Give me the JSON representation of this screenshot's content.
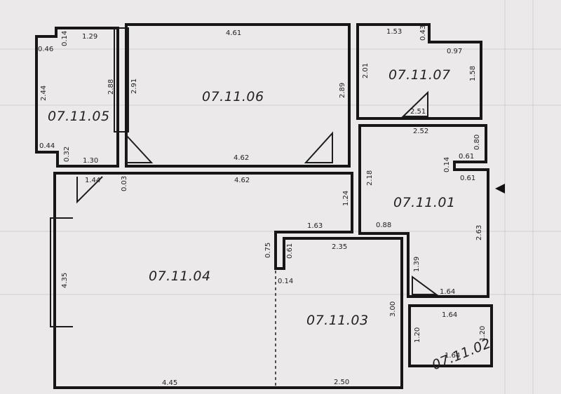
{
  "rooms": {
    "r0701": "07.11.01",
    "r0702": "07.11.02",
    "r0703": "07.11.03",
    "r0704": "07.11.04",
    "r0705": "07.11.05",
    "r0706": "07.11.06",
    "r0707": "07.11.07"
  },
  "dims": {
    "d1": "1.29",
    "d2": "0.14",
    "d3": "0.46",
    "d4": "2.44",
    "d5": "2.88",
    "d6": "0.44",
    "d7": "0.32",
    "d8": "1.30",
    "d9": "4.61",
    "d10": "2.91",
    "d11": "2.89",
    "d12": "4.62",
    "d13": "1.53",
    "d14": "0.43",
    "d15": "0.97",
    "d16": "2.01",
    "d17": "1.58",
    "d18": "2.51",
    "d19": "2.52",
    "d20": "0.80",
    "d21": "0.61",
    "d22": "0.14",
    "d23": "0.61",
    "d24": "2.18",
    "d25": "0.88",
    "d26": "2.63",
    "d27": "1.39",
    "d28": "1.64",
    "d29": "1.44",
    "d30": "0.03",
    "d31": "4.62",
    "d32": "1.24",
    "d33": "1.63",
    "d34": "4.35",
    "d35": "0.75",
    "d36": "0.61",
    "d37": "2.35",
    "d38": "0.14",
    "d39": "3.00",
    "d40": "4.45",
    "d41": "2.50",
    "d42": "1.64",
    "d43": "1.20",
    "d44": "1.20",
    "d45": "1.64"
  }
}
